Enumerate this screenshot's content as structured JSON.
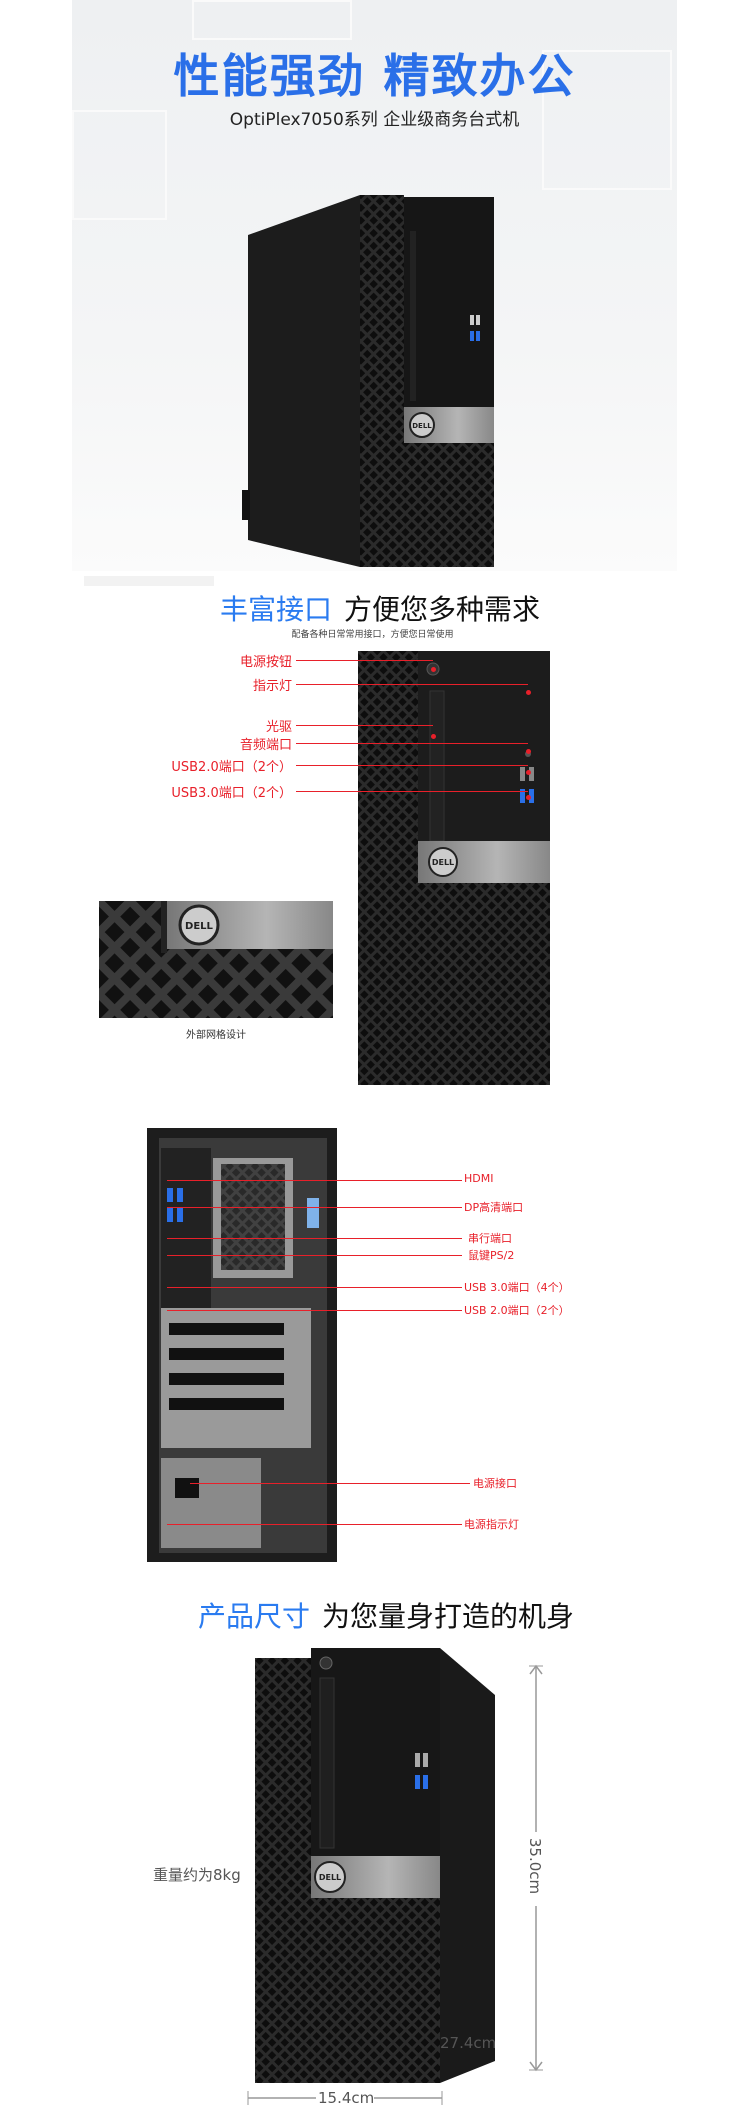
{
  "hero": {
    "title": "性能强劲 精致办公",
    "subtitle": "OptiPlex7050系列 企业级商务台式机"
  },
  "ports_section": {
    "title_highlight": "丰富接口",
    "title_rest": "方便您多种需求",
    "subtitle": "配备各种日常常用接口，方便您日常使用",
    "front_labels": [
      "电源按钮",
      "指示灯",
      "光驱",
      "音频端口",
      "USB2.0端口（2个）",
      "USB3.0端口（2个）"
    ],
    "grille_caption": "外部网格设计",
    "rear_labels": [
      "HDMI",
      "DP高清端口",
      "串行端口",
      "鼠键PS/2",
      "USB 3.0端口（4个）",
      "USB 2.0端口（2个）",
      "电源接口",
      "电源指示灯"
    ]
  },
  "size_section": {
    "title_highlight": "产品尺寸",
    "title_rest": "为您量身打造的机身",
    "weight": "重量约为8kg",
    "height": "35.0cm",
    "depth": "27.4cm",
    "width": "15.4cm"
  },
  "brand": {
    "logo": "DELL"
  },
  "colors": {
    "accent": "#2a6fe8",
    "label": "#e8202a"
  }
}
